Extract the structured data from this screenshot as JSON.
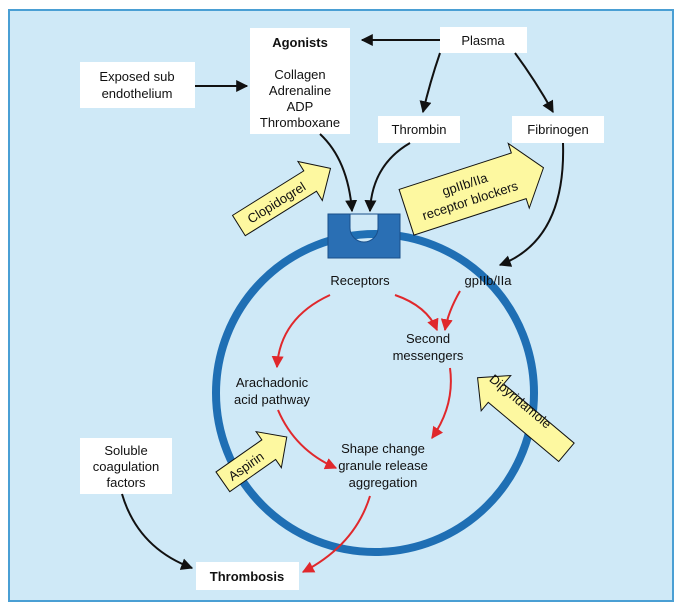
{
  "nodes": {
    "agonists": {
      "title": "Agonists",
      "lines": [
        "Collagen",
        "Adrenaline",
        "ADP",
        "Thromboxane"
      ]
    },
    "plasma": "Plasma",
    "exposed": [
      "Exposed sub",
      "endothelium"
    ],
    "thrombin": "Thrombin",
    "fibrinogen": "Fibrinogen",
    "soluble": [
      "Soluble",
      "coagulation",
      "factors"
    ],
    "thrombosis": "Thrombosis"
  },
  "cell": {
    "receptors": "Receptors",
    "gp": "gpIIb/IIa",
    "second": [
      "Second",
      "messengers"
    ],
    "arachidonic": [
      "Arachadonic",
      "acid pathway"
    ],
    "shape": [
      "Shape change",
      "granule release",
      "aggregation"
    ]
  },
  "drugs": {
    "clopidogrel": "Clopidogrel",
    "gp_blockers": [
      "gpIIb/IIa",
      "receptor blockers"
    ],
    "dipyridamole": "Dipyridamole",
    "aspirin": "Aspirin"
  },
  "colors": {
    "background": "#cfe9f7",
    "border": "#4a9fd4",
    "membrane": "#1f6fb4",
    "receptor": "#2a6fb4",
    "banner_fill": "#fdf8a0",
    "black_arrow": "#111111",
    "red_arrow": "#e0282c"
  }
}
